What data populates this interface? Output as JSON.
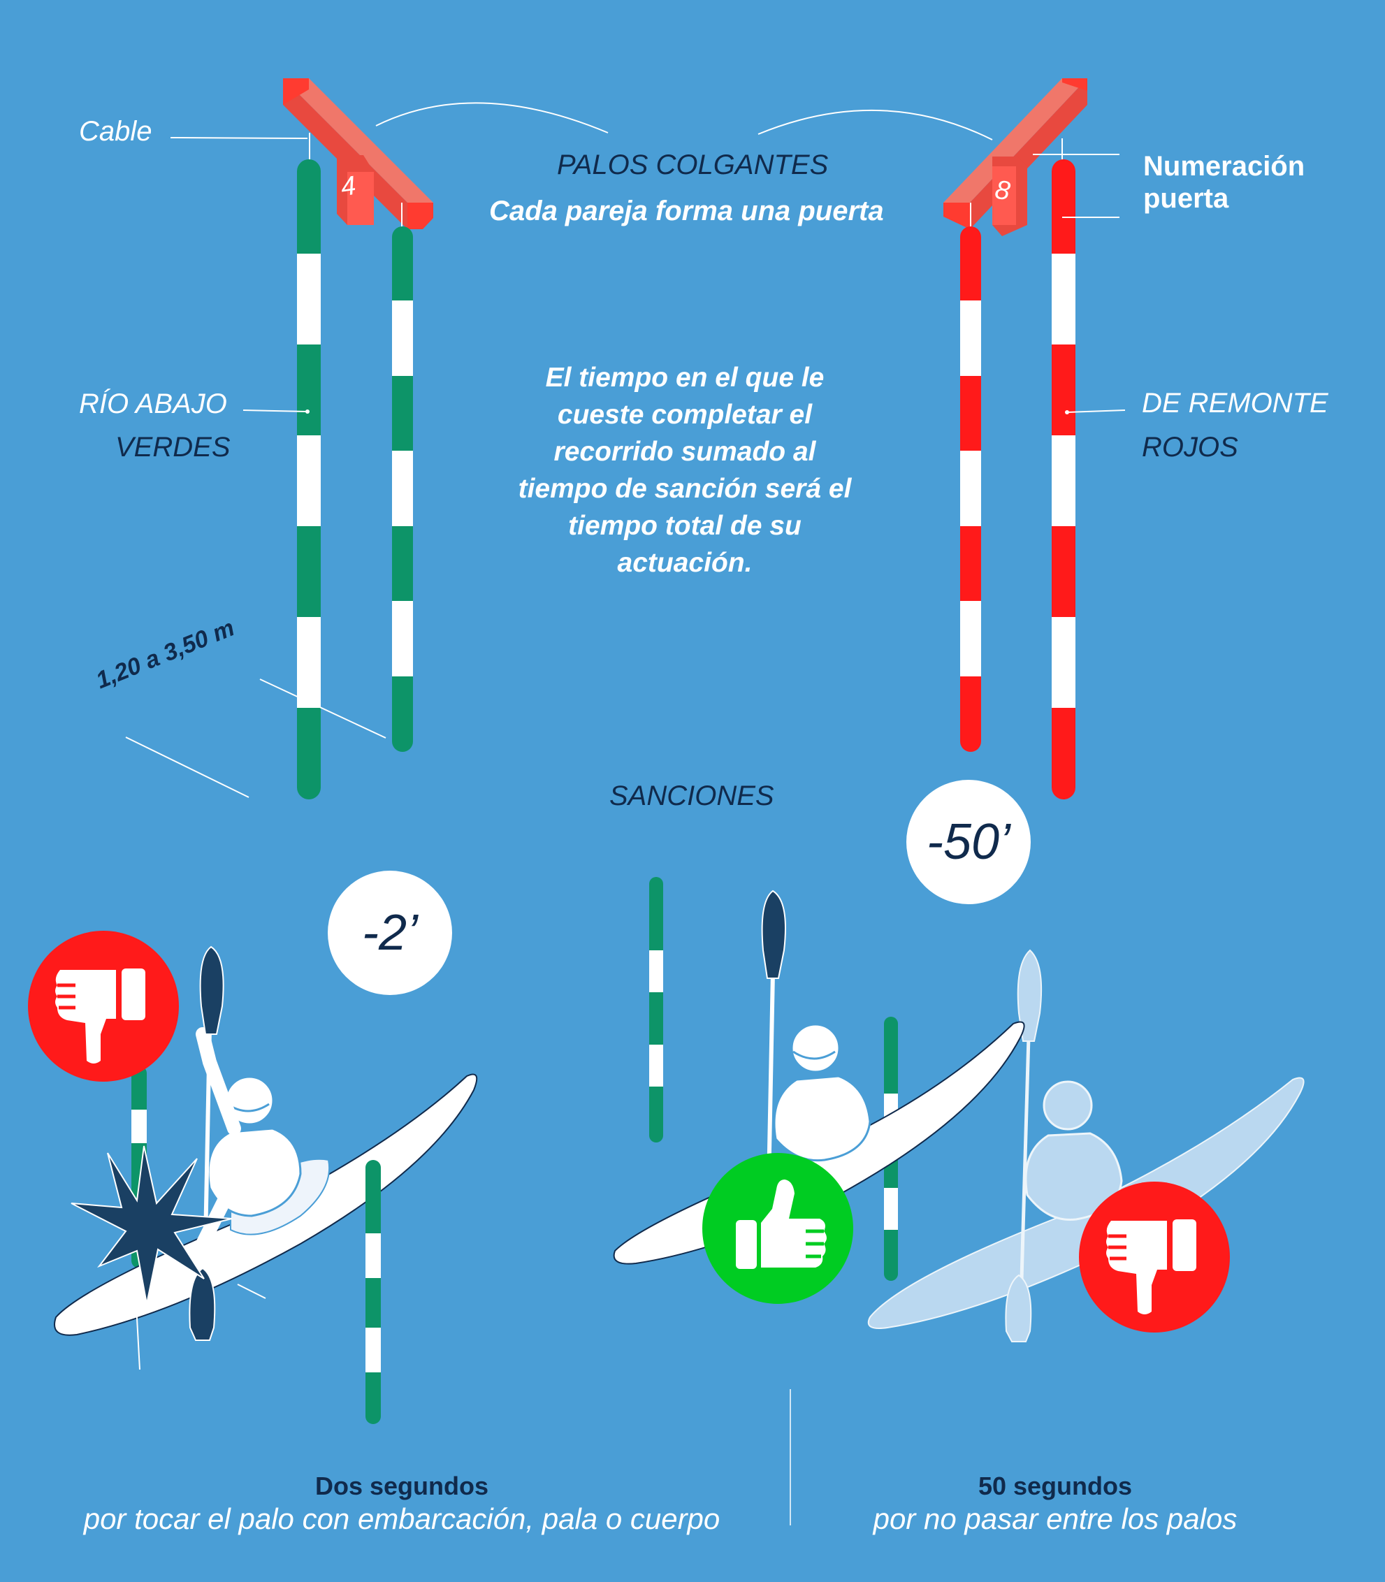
{
  "header": {
    "title": "PALOS COLGANTES",
    "subtitle": "Cada pareja forma una puerta"
  },
  "labels": {
    "cable": "Cable",
    "numeracion_line1": "Numeración",
    "numeracion_line2": "puerta",
    "rio_abajo": "RÍO ABAJO",
    "verdes": "VERDES",
    "de_remonte": "DE REMONTE",
    "rojos": "ROJOS",
    "height_range": "1,20 a 3,50 m",
    "gate_number_left": "4",
    "gate_number_right": "8"
  },
  "explanation": [
    "El tiempo en el que le",
    "cueste completar el",
    "recorrido sumado al",
    "tiempo de sanción será el",
    "tiempo total de su",
    "actuación."
  ],
  "sanctions": {
    "heading": "SANCIONES",
    "left": {
      "badge": "-2’",
      "title": "Dos segundos",
      "description": "por tocar el palo con embarcación, pala o cuerpo"
    },
    "right": {
      "badge": "-50’",
      "title": "50 segundos",
      "description": "por no pasar entre los palos"
    }
  },
  "colors": {
    "background": "#4a9ed6",
    "green_pole": "#0d9468",
    "red_pole": "#ff1a1a",
    "beam": "#f0776a",
    "navy": "#102a4c",
    "thumbs_down_circle": "#ff1a1a",
    "thumbs_up_circle": "#00cc22"
  },
  "icons": [
    "thumbs-down-icon",
    "thumbs-up-icon",
    "impact-star-icon",
    "kayak-icon",
    "paddle-icon"
  ]
}
